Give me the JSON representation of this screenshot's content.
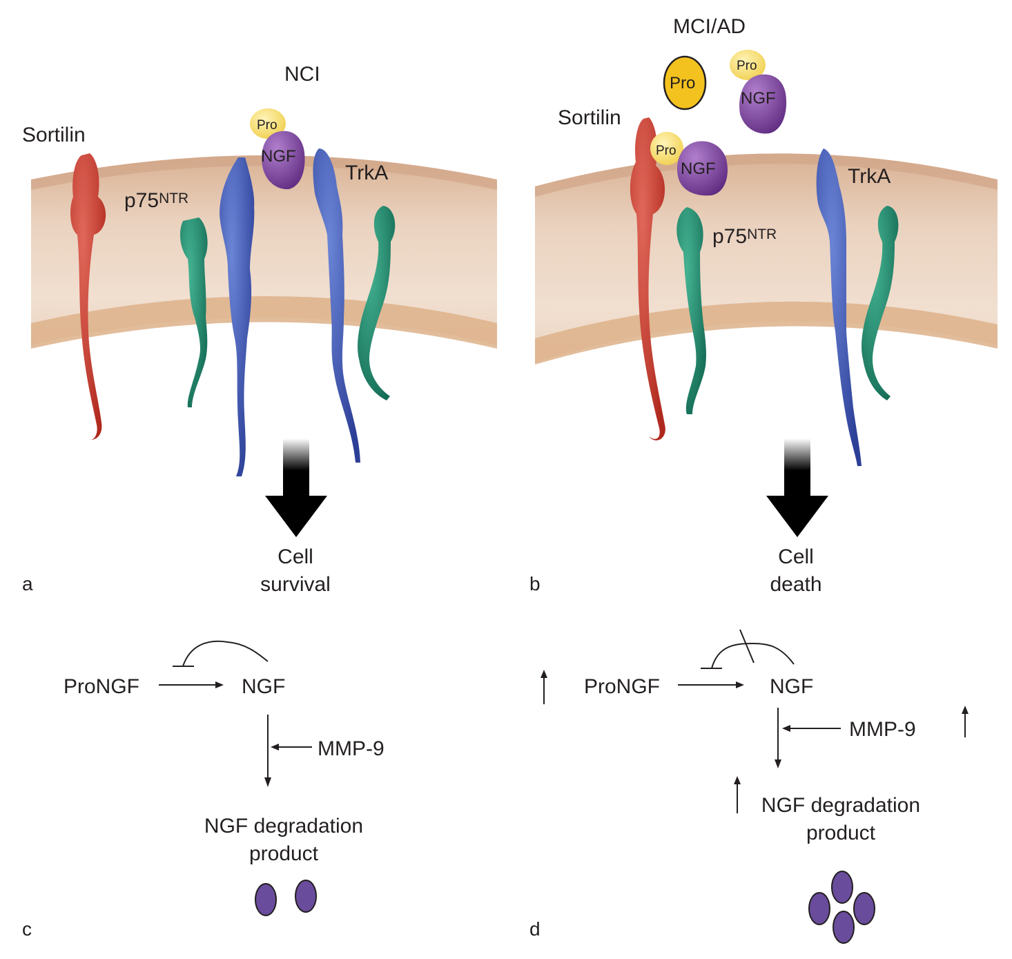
{
  "figure": {
    "panels": {
      "a": {
        "letter": "a",
        "condition": "NCI",
        "labels": {
          "sortilin": "Sortilin",
          "p75_base": "p75",
          "p75_sup": "NTR",
          "trka": "TrkA",
          "pro": "Pro",
          "ngf": "NGF"
        },
        "outcome_line1": "Cell",
        "outcome_line2": "survival"
      },
      "b": {
        "letter": "b",
        "condition": "MCI/AD",
        "labels": {
          "sortilin": "Sortilin",
          "p75_base": "p75",
          "p75_sup": "NTR",
          "trka": "TrkA",
          "pro_free": "Pro",
          "pro_complex_top": "Pro",
          "ngf_complex_top": "NGF",
          "pro_bound": "Pro",
          "ngf_bound": "NGF"
        },
        "outcome_line1": "Cell",
        "outcome_line2": "death"
      },
      "c": {
        "letter": "c",
        "prongf": "ProNGF",
        "ngf": "NGF",
        "mmp9": "MMP-9",
        "product_line1": "NGF degradation",
        "product_line2": "product",
        "degradation_particles": 2
      },
      "d": {
        "letter": "d",
        "prongf": "ProNGF",
        "ngf": "NGF",
        "mmp9": "MMP-9",
        "product_line1": "NGF degradation",
        "product_line2": "product",
        "degradation_particles": 4,
        "increase_markers": [
          "ProNGF",
          "MMP-9",
          "NGF degradation product"
        ],
        "feedback_blocked": true
      }
    },
    "colors": {
      "sortilin": "#c0392b",
      "p75": "#1f8a70",
      "trka": "#3a57b0",
      "ngf": "#7b3f98",
      "pro": "#f2d55a",
      "pro_free": "#f4c21f",
      "membrane": "#e6c2a4",
      "membrane_band": "#dcae85",
      "particle": "#6a4c9c"
    }
  }
}
